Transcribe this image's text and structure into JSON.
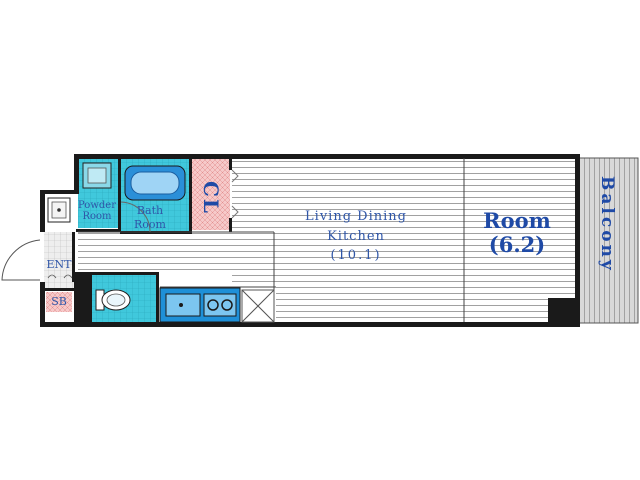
{
  "rooms": {
    "powder_room": {
      "line1": "Powder",
      "line2": "Room"
    },
    "bath_room": {
      "line1": "Bath",
      "line2": "Room"
    },
    "closet": {
      "label": "CL"
    },
    "living_dining_kitchen": {
      "line1": "Living Dining",
      "line2": "Kitchen",
      "size": "(10.1)"
    },
    "room": {
      "line1": "Room",
      "size": "(6.2)"
    },
    "balcony": {
      "label": "Balcony"
    },
    "entrance": {
      "label": "ENT"
    },
    "shoe_box": {
      "label": "SB"
    }
  },
  "colors": {
    "wall": "#1a1a1a",
    "floor_line": "#8a8a8a",
    "wet_area": "#40c8dc",
    "closet": "#f2b8b8",
    "label": "#2f56a8",
    "fixture": "#1e90d8"
  }
}
